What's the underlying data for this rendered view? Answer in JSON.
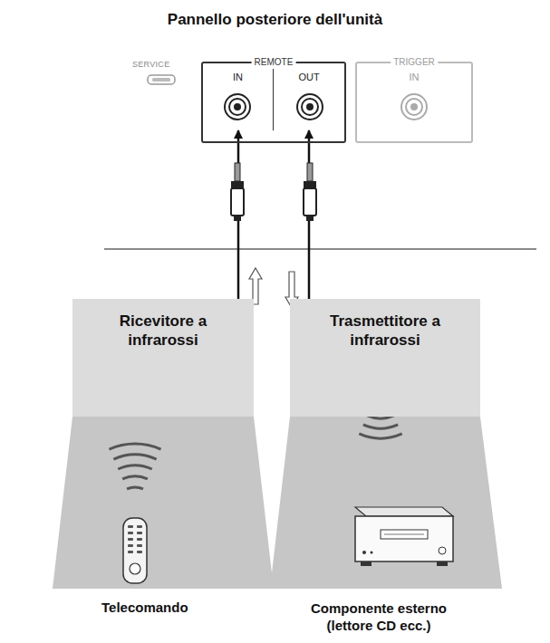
{
  "diagram": {
    "title": "Pannello posteriore dell'unità",
    "nodes": [
      {
        "text": [
          "REMOTE"
        ]
      },
      {
        "text": [
          "IN"
        ],
        "in": 0
      },
      {
        "text": [
          "OUT"
        ],
        "in": 0
      },
      {
        "text": [
          "TRIGGER"
        ]
      },
      {
        "text": [
          "IN"
        ],
        "in": 3
      },
      {
        "text": [
          "Ricevitore a infrarossi"
        ]
      },
      {
        "text": [
          "Trasmettitore a infrarossi"
        ]
      }
    ],
    "edges": [
      {
        "from": 5,
        "to": 1,
        "arrow": "to"
      },
      {
        "from": 6,
        "to": 2,
        "arrow": "to"
      }
    ],
    "labels": [
      "SERVICE",
      "Telecomando",
      "Componente esterno (lettore CD ecc.)"
    ]
  }
}
